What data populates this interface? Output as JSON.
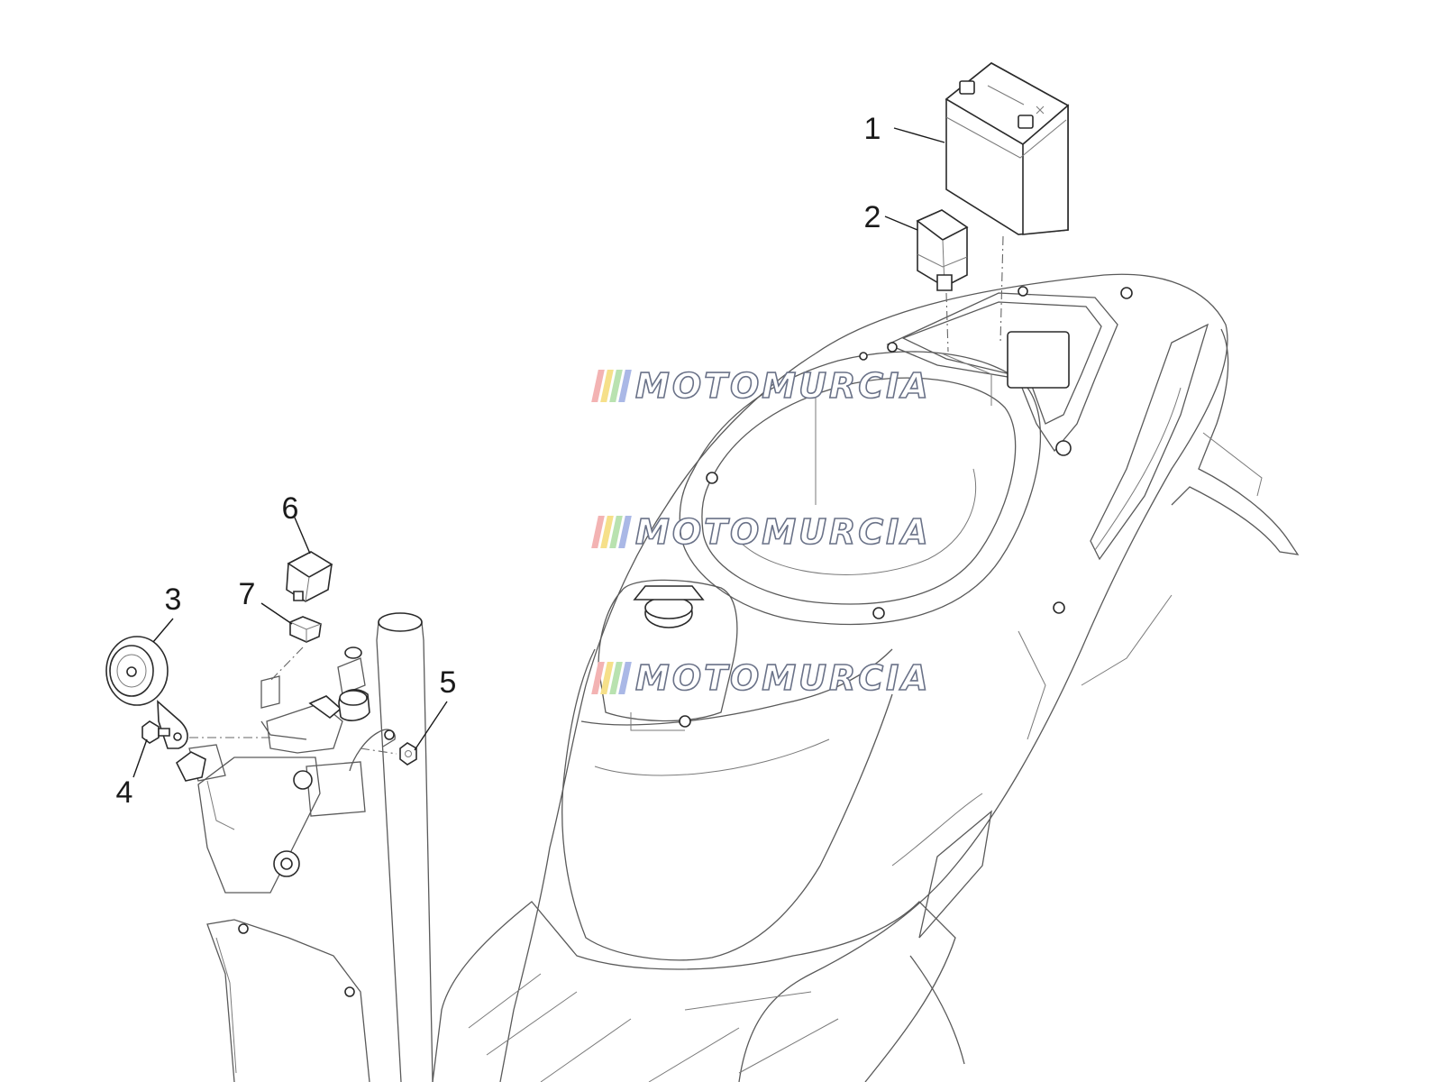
{
  "callouts": [
    {
      "id": "1",
      "text": "1"
    },
    {
      "id": "2",
      "text": "2"
    },
    {
      "id": "3",
      "text": "3"
    },
    {
      "id": "4",
      "text": "4"
    },
    {
      "id": "5",
      "text": "5"
    },
    {
      "id": "6",
      "text": "6"
    },
    {
      "id": "7",
      "text": "7"
    }
  ],
  "watermark": {
    "text": "MOTOMURCIA",
    "stripe_colors": [
      "#f3b3b3",
      "#f6e08a",
      "#b9e2b0",
      "#aab8e6"
    ]
  }
}
